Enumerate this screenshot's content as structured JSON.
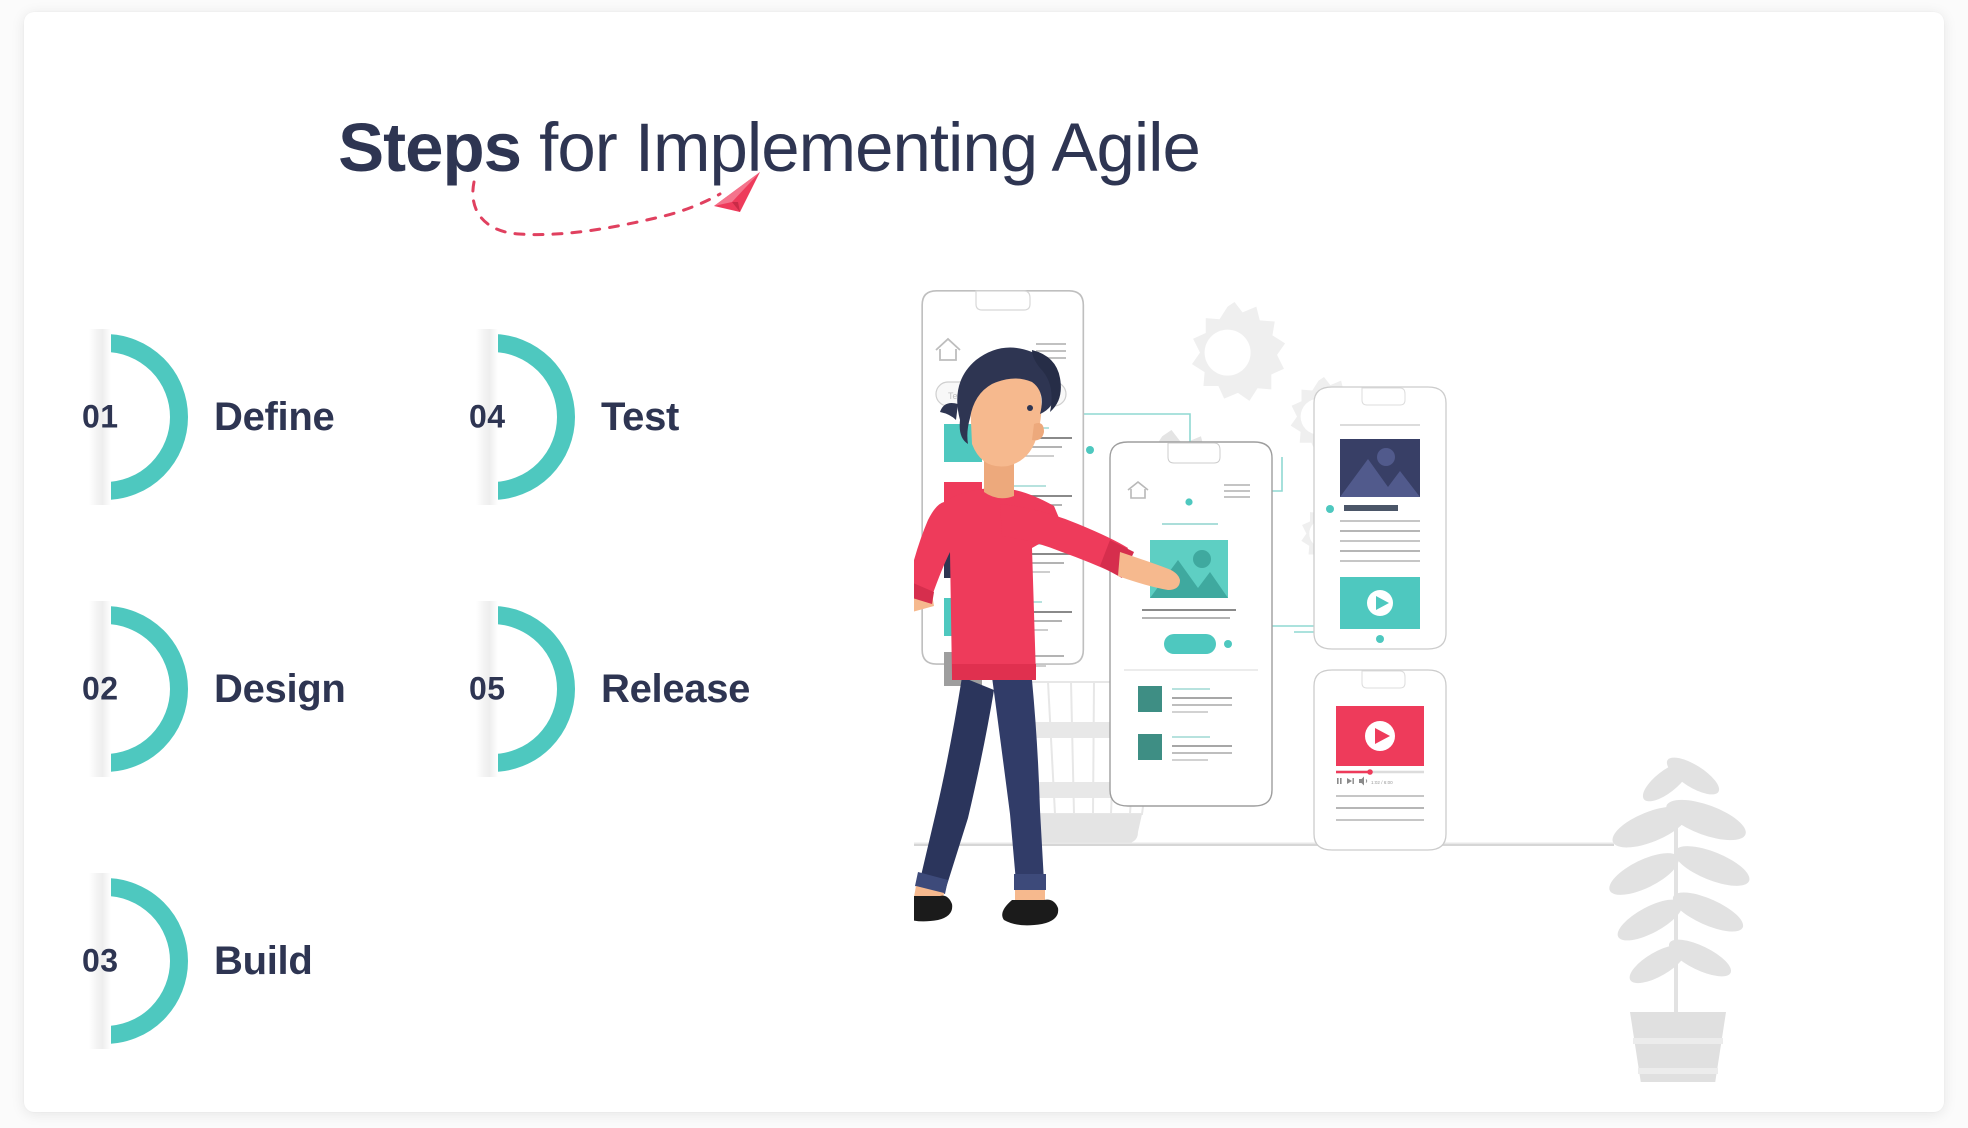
{
  "slide": {
    "title_bold": "Steps",
    "title_rest": " for Implementing Agile",
    "background_color": "#ffffff",
    "accent_teal": "#4ec8bf",
    "accent_red": "#ee3b5b",
    "text_navy": "#2e3552"
  },
  "decor": {
    "paper_plane": "paper-plane-icon",
    "dashed_trail": "dashed-curve"
  },
  "steps": [
    {
      "number": "01",
      "label": "Define",
      "column": 1,
      "row": 1
    },
    {
      "number": "02",
      "label": "Design",
      "column": 1,
      "row": 2
    },
    {
      "number": "03",
      "label": "Build",
      "column": 1,
      "row": 3
    },
    {
      "number": "04",
      "label": "Test",
      "column": 2,
      "row": 1
    },
    {
      "number": "05",
      "label": "Release",
      "column": 2,
      "row": 2
    }
  ],
  "illustration": {
    "name": "person-with-mobile-ui-mockups",
    "person": {
      "hair_color": "#2e3552",
      "shirt_color": "#ee3b5b",
      "pants_color": "#2b355c",
      "skin_color": "#f6b98e",
      "shoe_color": "#1b1b1b"
    },
    "main_phone": {
      "search_placeholder": "Text",
      "search_icon": "magnifier-icon",
      "home_icon": "home-icon",
      "menu_icon": "hamburger-menu-icon",
      "tiles": [
        "#4ec8bf",
        "#ee3b5b",
        "#2e3552",
        "#4ec8bf",
        "#9e9e9e"
      ]
    },
    "middle_phone": {
      "home_icon": "home-icon",
      "menu_icon": "hamburger-menu-icon",
      "hero_image": "mountain-photo-placeholder",
      "hero_color": "#5ecfc3",
      "button_color": "#4ec8bf",
      "list_tile_color": "#3e8e84"
    },
    "top_card": {
      "hero_image": "mountain-photo-placeholder",
      "hero_color": "#383f66",
      "video_color": "#4ec8bf",
      "play_icon": "play-button-icon"
    },
    "bottom_card": {
      "video_color": "#ee3b5b",
      "play_icon": "play-button-icon",
      "timestamp": "1:02 / 6:00",
      "controls": [
        "pause-icon",
        "next-icon",
        "volume-icon"
      ]
    },
    "props": {
      "gears": "gear-icon",
      "wastebasket": "wastebasket-icon",
      "plant": "potted-plant-icon",
      "ground_line": "floor-line"
    }
  }
}
